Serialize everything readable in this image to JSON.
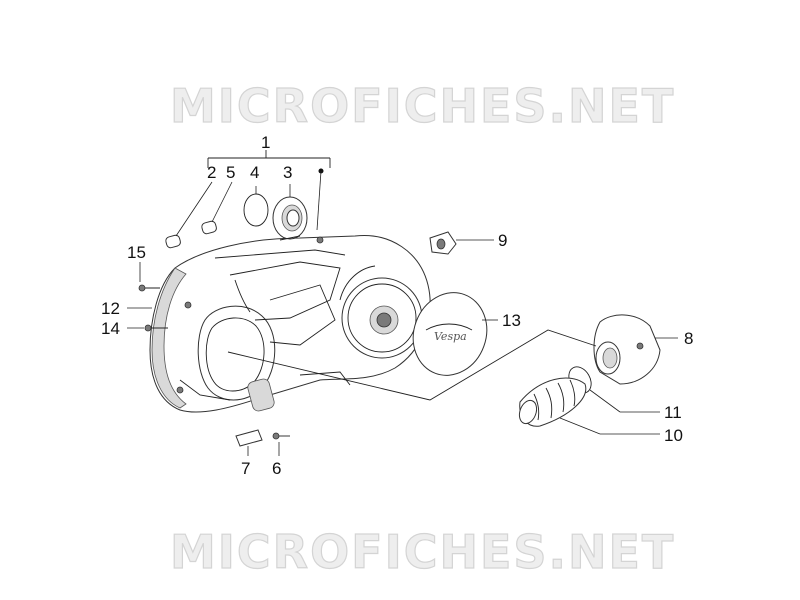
{
  "watermark": {
    "top_text": "MICROFICHES.NET",
    "bottom_text": "MICROFICHES.NET"
  },
  "callouts": [
    {
      "id": "1",
      "label": "1"
    },
    {
      "id": "2",
      "label": "2"
    },
    {
      "id": "3",
      "label": "3"
    },
    {
      "id": "4",
      "label": "4"
    },
    {
      "id": "5",
      "label": "5"
    },
    {
      "id": "6",
      "label": "6"
    },
    {
      "id": "7",
      "label": "7"
    },
    {
      "id": "8",
      "label": "8"
    },
    {
      "id": "9",
      "label": "9"
    },
    {
      "id": "10",
      "label": "10"
    },
    {
      "id": "11",
      "label": "11"
    },
    {
      "id": "12",
      "label": "12"
    },
    {
      "id": "13",
      "label": "13"
    },
    {
      "id": "14",
      "label": "14"
    },
    {
      "id": "15",
      "label": "15"
    }
  ],
  "parts": {
    "cover_logo_text": "Vespa"
  },
  "colors": {
    "line": "#222222",
    "watermark_fill": "#eeeeee",
    "watermark_stroke": "#d4d4d4",
    "part_shade": "#d9d9d9"
  }
}
